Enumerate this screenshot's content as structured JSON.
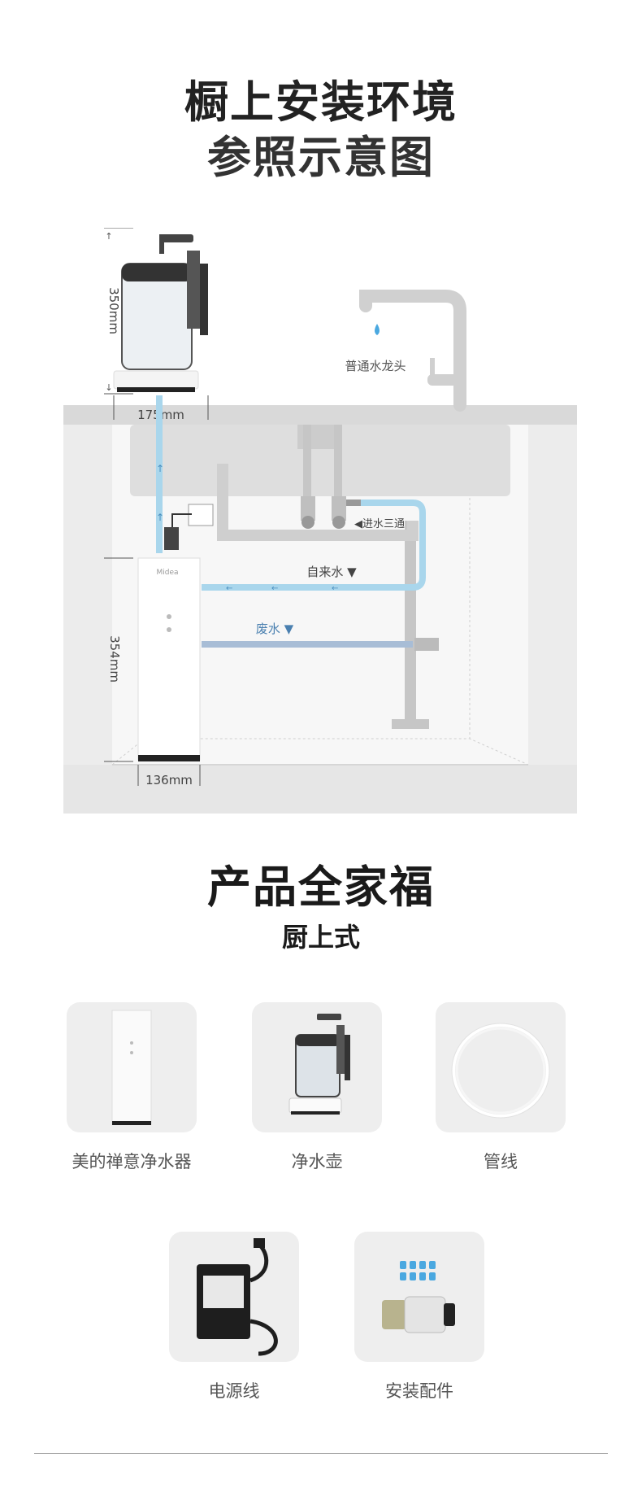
{
  "section1": {
    "title_line1": "橱上安装环境",
    "title_line2": "参照示意图"
  },
  "diagram": {
    "faucet_label": "普通水龙头",
    "kettle_height": "350mm",
    "kettle_width": "175mm",
    "purifier_height": "354mm",
    "purifier_width": "136mm",
    "tee_label": "◀进水三通",
    "tap_water_label": "自来水 ▼",
    "waste_water_label": "废水 ▼",
    "brand_mark": "Midea"
  },
  "section2": {
    "title": "产品全家福",
    "subtitle": "厨上式"
  },
  "products": [
    {
      "label": "美的禅意净水器",
      "icon": "purifier-icon"
    },
    {
      "label": "净水壶",
      "icon": "kettle-icon"
    },
    {
      "label": "管线",
      "icon": "tube-coil-icon"
    },
    {
      "label": "电源线",
      "icon": "power-adapter-icon"
    },
    {
      "label": "安装配件",
      "icon": "fittings-icon"
    }
  ],
  "colors": {
    "water_blue": "#a9d6ec",
    "waste_blue": "#a8bdd6",
    "cabinet_gray": "#e9e9e9",
    "pipe_gray": "#c8c8c8"
  }
}
